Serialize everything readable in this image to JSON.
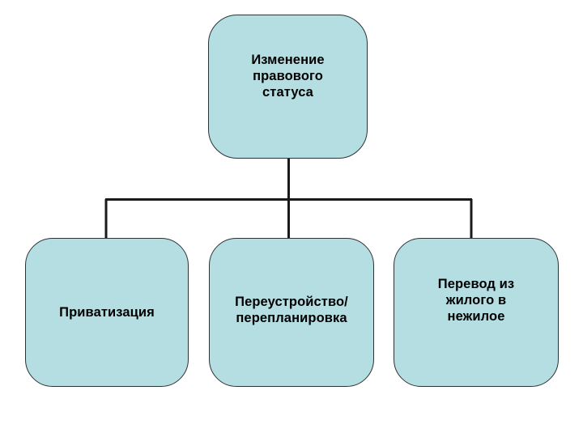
{
  "diagram": {
    "type": "organizational-tree",
    "orientation": "top-down",
    "background_color": "#ffffff",
    "node_fill_color": "#b5dee3",
    "node_border_color": "#2b3336",
    "connector_color": "#1a1a1a",
    "text_color": "#000000",
    "root": {
      "id": "root",
      "label": "Изменение\nправового\nстатуса",
      "lines": [
        "Изменение",
        "правового",
        "статуса"
      ]
    },
    "children": [
      {
        "id": "child-0",
        "label": "Приватизация",
        "lines": [
          "Приватизация"
        ]
      },
      {
        "id": "child-1",
        "label": "Переустройство/\nперепланировка",
        "lines": [
          "Переустройство/",
          "перепланировка"
        ]
      },
      {
        "id": "child-2",
        "label": "Перевод из\nжилого в\nнежилое",
        "lines": [
          "Перевод из",
          "жилого в",
          "нежилое"
        ]
      }
    ]
  }
}
